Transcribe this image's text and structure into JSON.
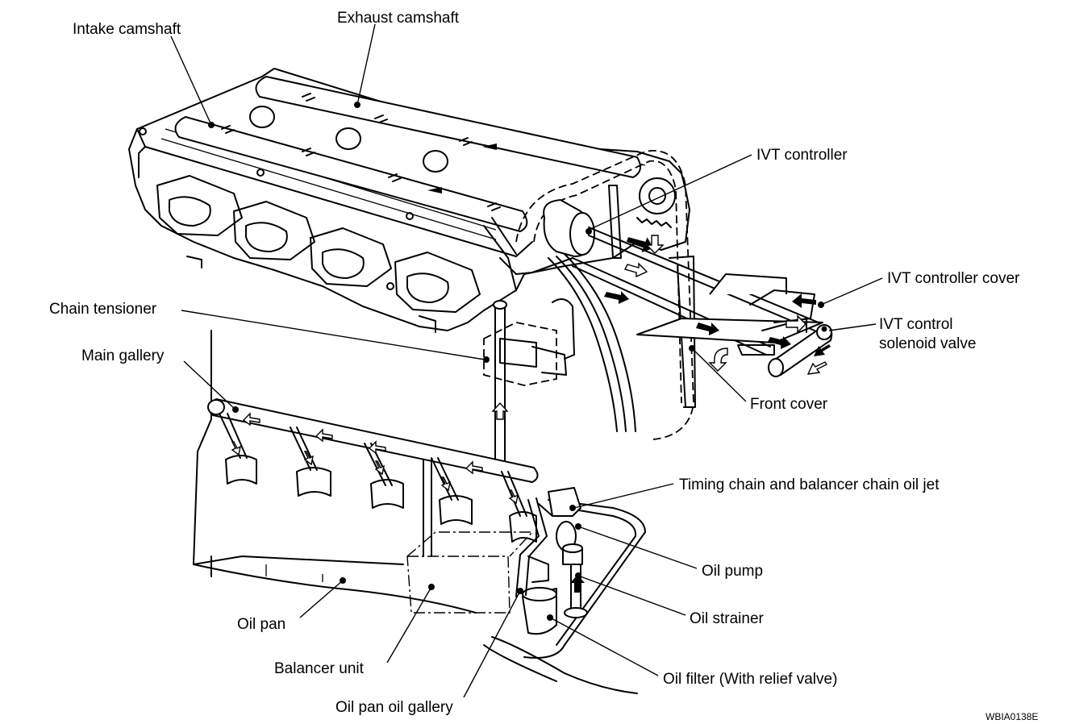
{
  "labels": {
    "intake_camshaft": "Intake camshaft",
    "exhaust_camshaft": "Exhaust camshaft",
    "ivt_controller": "IVT controller",
    "ivt_controller_cover": "IVT controller cover",
    "ivt_control_solenoid_valve_line1": "IVT control",
    "ivt_control_solenoid_valve_line2": "solenoid valve",
    "chain_tensioner": "Chain tensioner",
    "main_gallery": "Main gallery",
    "front_cover": "Front cover",
    "timing_chain_oil_jet": "Timing chain and balancer chain oil jet",
    "oil_pump": "Oil pump",
    "oil_strainer": "Oil strainer",
    "oil_pan": "Oil pan",
    "balancer_unit": "Balancer unit",
    "oil_filter": "Oil filter (With relief valve)",
    "oil_pan_oil_gallery": "Oil pan oil gallery"
  },
  "figure_code": "WBIA0138E"
}
